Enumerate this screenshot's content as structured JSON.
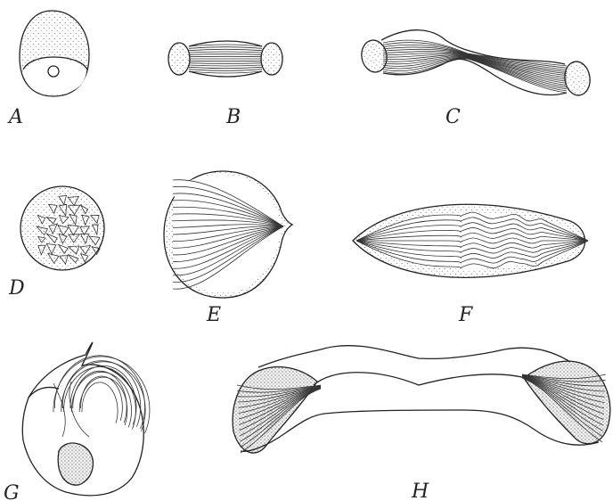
{
  "figure": {
    "panels": [
      {
        "id": "A",
        "label": "A"
      },
      {
        "id": "B",
        "label": "B"
      },
      {
        "id": "C",
        "label": "C"
      },
      {
        "id": "D",
        "label": "D"
      },
      {
        "id": "E",
        "label": "E"
      },
      {
        "id": "F",
        "label": "F"
      },
      {
        "id": "G",
        "label": "G"
      },
      {
        "id": "H",
        "label": "H"
      }
    ]
  }
}
